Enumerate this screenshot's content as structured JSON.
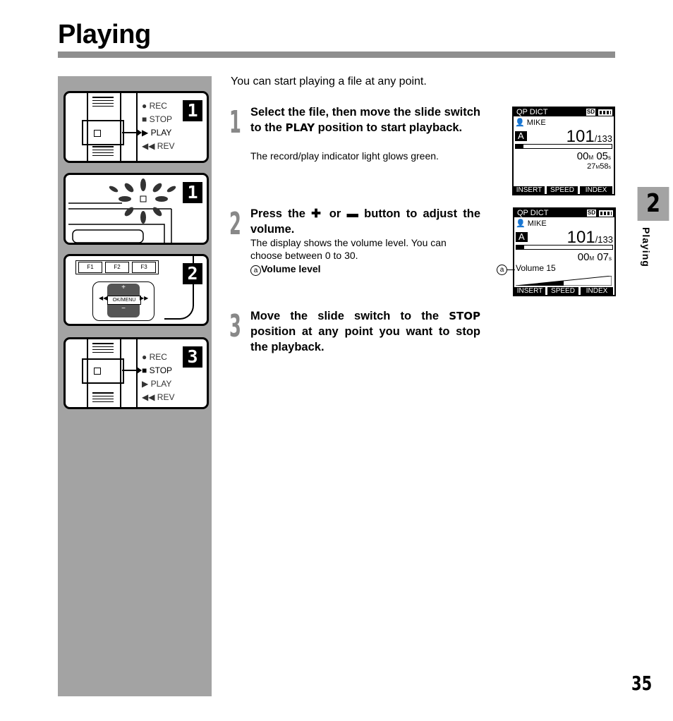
{
  "page": {
    "title": "Playing",
    "intro": "You can start playing a file at any point.",
    "section_number": "2",
    "section_label": "Playing",
    "page_number": "35"
  },
  "modes": {
    "rec": "REC",
    "stop": "STOP",
    "play": "PLAY",
    "rev": "REV"
  },
  "buttons": {
    "f1": "F1",
    "f2": "F2",
    "f3": "F3",
    "ok_menu": "OK/MENU",
    "plus": "+",
    "minus": "−"
  },
  "panels": [
    {
      "step": "1",
      "active_mode": "PLAY"
    },
    {
      "step": "1"
    },
    {
      "step": "2"
    },
    {
      "step": "3",
      "active_mode": "STOP"
    }
  ],
  "steps": [
    {
      "number": "1",
      "head_a": "Select the file, then move the slide switch to the ",
      "head_key": "PLAY",
      "head_b": " position to start playback.",
      "note": "The record/play indicator light glows green."
    },
    {
      "number": "2",
      "head_a": "Press the ",
      "head_plus": "✚",
      "head_mid": " or ",
      "head_minus": "▬",
      "head_b": " button to adjust the volume.",
      "note": "The display shows the volume level. You can choose between 0 to 30.",
      "callout_letter": "a",
      "callout_text": "Volume level"
    },
    {
      "number": "3",
      "head_a": "Move the slide switch to the ",
      "head_key": "STOP",
      "head_b": " position at any point you want to stop the playback."
    }
  ],
  "displays": [
    {
      "top": "QP DICT",
      "sd": "SD",
      "user": "MIKE",
      "folder": "A",
      "file": "101",
      "total": "/133",
      "time_m": "00",
      "time_s": "05",
      "remain_m": "27",
      "remain_s": "58",
      "unit_m": "M",
      "unit_s": "s",
      "progress": 0.08,
      "softkeys": [
        "INSERT",
        "SPEED",
        "INDEX"
      ]
    },
    {
      "top": "QP DICT",
      "sd": "SD",
      "user": "MIKE",
      "folder": "A",
      "file": "101",
      "total": "/133",
      "time_m": "00",
      "time_s": "07",
      "unit_m": "M",
      "unit_s": "s",
      "progress": 0.08,
      "volume_label": "Volume 15",
      "volume": 15,
      "volume_max": 30,
      "callout_letter": "a",
      "softkeys": [
        "INSERT",
        "SPEED",
        "INDEX"
      ]
    }
  ]
}
